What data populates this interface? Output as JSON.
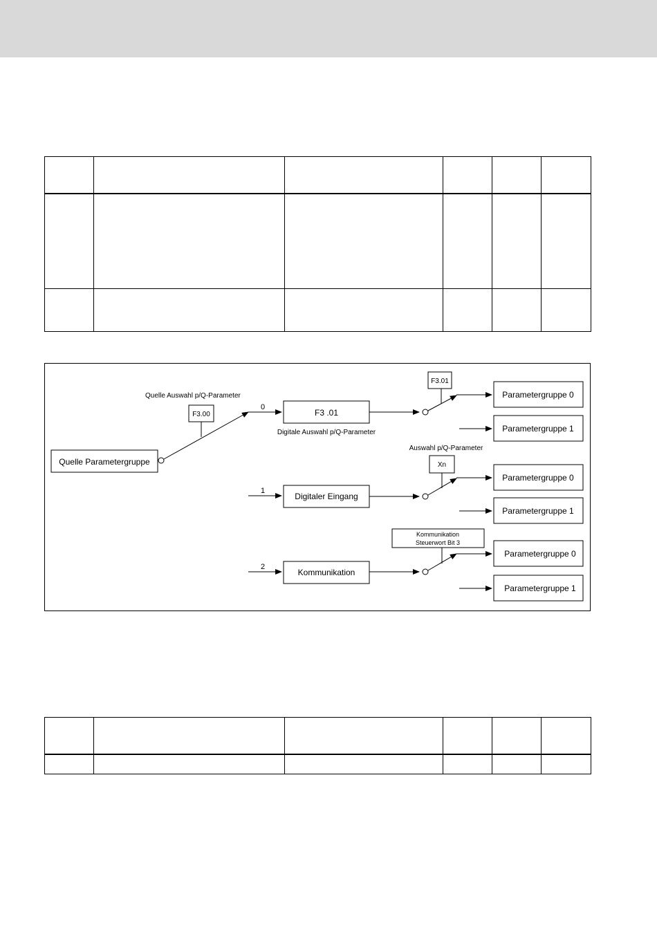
{
  "diagram": {
    "source_block": "Quelle Parametergruppe",
    "source_select_label": "Quelle Auswahl p/Q-Parameter",
    "source_select_param": "F3.00",
    "branch_0": {
      "index": "0",
      "block": "F3 .01",
      "block_caption": "Digitale Auswahl p/Q-Parameter",
      "switch_param": "F3.01",
      "output_0": "Parametergruppe 0",
      "output_1": "Parametergruppe 1"
    },
    "branch_1": {
      "index": "1",
      "block": "Digitaler Eingang",
      "switch_label": "Auswahl p/Q-Parameter",
      "switch_param": "Xn",
      "output_0": "Parametergruppe 0",
      "output_1": "Parametergruppe 1"
    },
    "branch_2": {
      "index": "2",
      "block": "Kommunikation",
      "switch_param_line1": "Kommunikation",
      "switch_param_line2": "Steuerwort Bit 3",
      "output_0": "Parametergruppe 0",
      "output_1": "Parametergruppe 1"
    }
  }
}
